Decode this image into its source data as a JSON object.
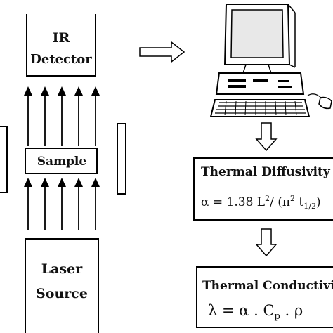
{
  "diagram": {
    "ir_detector": {
      "line1": "IR",
      "line2": "Detector"
    },
    "sample": {
      "label": "Sample"
    },
    "laser_source": {
      "line1": "Laser",
      "line2": "Source"
    },
    "thermal_diffusivity": {
      "title": "Thermal Diffusivity",
      "formula_prefix": "α = 1.38 L",
      "formula_exp2": "2",
      "formula_mid": "/ (π",
      "formula_exp2b": "2",
      "formula_t": " t",
      "formula_sub": "1/2",
      "formula_end": ")"
    },
    "thermal_conductivity": {
      "title": "Thermal Conductivity",
      "formula_lambda": "λ = α . C",
      "formula_sub_p": "p",
      "formula_rho": " . ρ"
    },
    "icons": [
      "computer-icon",
      "right-arrow-icon",
      "down-arrow-icon",
      "up-arrow-icon"
    ]
  }
}
